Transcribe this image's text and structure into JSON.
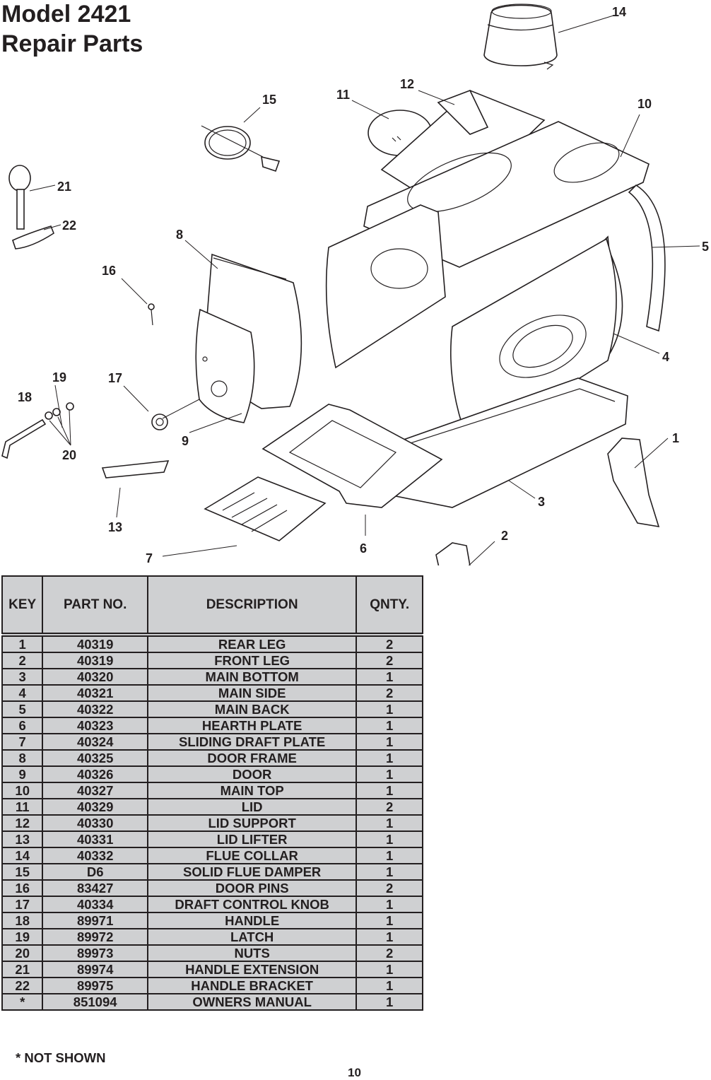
{
  "title": {
    "line1": "Model 2421",
    "line2": "Repair Parts"
  },
  "callouts": [
    "1",
    "2",
    "3",
    "4",
    "5",
    "6",
    "7",
    "8",
    "9",
    "10",
    "11",
    "12",
    "13",
    "14",
    "15",
    "16",
    "17",
    "18",
    "19",
    "20",
    "21",
    "22"
  ],
  "table": {
    "headers": {
      "key": "KEY",
      "part_no": "PART NO.",
      "description": "DESCRIPTION",
      "qnty": "QNTY."
    },
    "rows": [
      {
        "key": "1",
        "part_no": "40319",
        "description": "REAR LEG",
        "qnty": "2"
      },
      {
        "key": "2",
        "part_no": "40319",
        "description": "FRONT LEG",
        "qnty": "2"
      },
      {
        "key": "3",
        "part_no": "40320",
        "description": "MAIN BOTTOM",
        "qnty": "1"
      },
      {
        "key": "4",
        "part_no": "40321",
        "description": "MAIN SIDE",
        "qnty": "2"
      },
      {
        "key": "5",
        "part_no": "40322",
        "description": "MAIN BACK",
        "qnty": "1"
      },
      {
        "key": "6",
        "part_no": "40323",
        "description": "HEARTH PLATE",
        "qnty": "1"
      },
      {
        "key": "7",
        "part_no": "40324",
        "description": "SLIDING DRAFT PLATE",
        "qnty": "1"
      },
      {
        "key": "8",
        "part_no": "40325",
        "description": "DOOR FRAME",
        "qnty": "1"
      },
      {
        "key": "9",
        "part_no": "40326",
        "description": "DOOR",
        "qnty": "1"
      },
      {
        "key": "10",
        "part_no": "40327",
        "description": "MAIN TOP",
        "qnty": "1"
      },
      {
        "key": "11",
        "part_no": "40329",
        "description": "LID",
        "qnty": "2"
      },
      {
        "key": "12",
        "part_no": "40330",
        "description": "LID SUPPORT",
        "qnty": "1"
      },
      {
        "key": "13",
        "part_no": "40331",
        "description": "LID LIFTER",
        "qnty": "1"
      },
      {
        "key": "14",
        "part_no": "40332",
        "description": "FLUE COLLAR",
        "qnty": "1"
      },
      {
        "key": "15",
        "part_no": "D6",
        "description": "SOLID FLUE DAMPER",
        "qnty": "1"
      },
      {
        "key": "16",
        "part_no": "83427",
        "description": "DOOR PINS",
        "qnty": "2"
      },
      {
        "key": "17",
        "part_no": "40334",
        "description": "DRAFT CONTROL KNOB",
        "qnty": "1"
      },
      {
        "key": "18",
        "part_no": "89971",
        "description": "HANDLE",
        "qnty": "1"
      },
      {
        "key": "19",
        "part_no": "89972",
        "description": "LATCH",
        "qnty": "1"
      },
      {
        "key": "20",
        "part_no": "89973",
        "description": "NUTS",
        "qnty": "2"
      },
      {
        "key": "21",
        "part_no": "89974",
        "description": "HANDLE EXTENSION",
        "qnty": "1"
      },
      {
        "key": "22",
        "part_no": "89975",
        "description": "HANDLE BRACKET",
        "qnty": "1"
      },
      {
        "key": "*",
        "part_no": "851094",
        "description": "OWNERS MANUAL",
        "qnty": "1"
      }
    ]
  },
  "footnote": "*  NOT SHOWN",
  "page_number": "10"
}
